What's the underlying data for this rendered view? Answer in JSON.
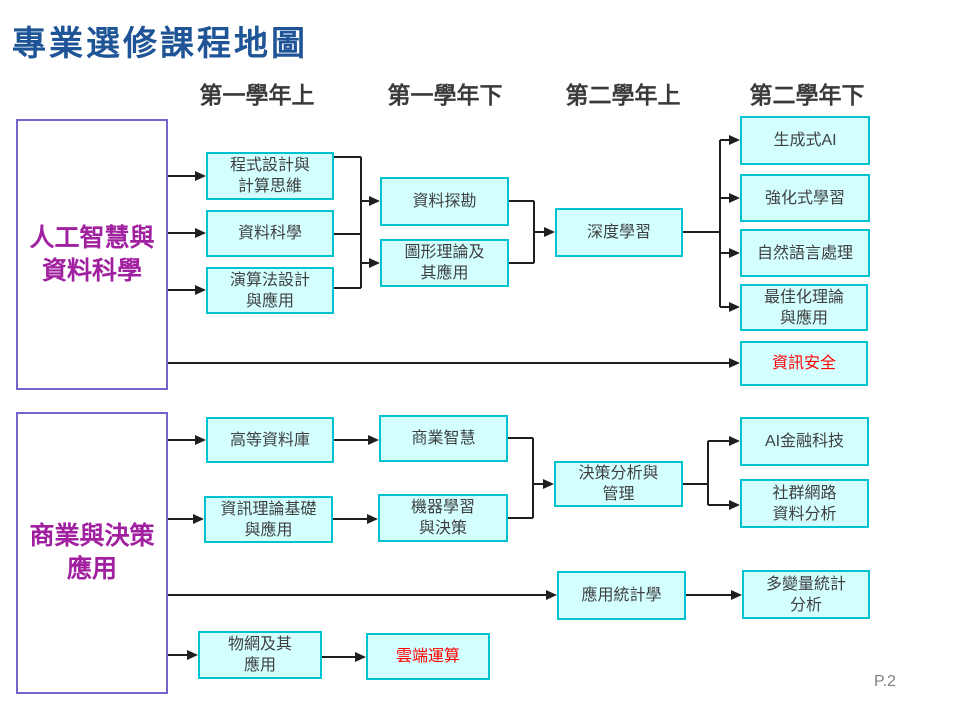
{
  "slide": {
    "title": "專業選修課程地圖",
    "page_number": "P.2"
  },
  "columns": [
    {
      "label": "第一學年上"
    },
    {
      "label": "第一學年下"
    },
    {
      "label": "第二學年上"
    },
    {
      "label": "第二學年下"
    }
  ],
  "tracks": [
    {
      "id": "ai-data-science",
      "lines": [
        "人工智慧與",
        "資料科學"
      ]
    },
    {
      "id": "business-decision",
      "lines": [
        "商業與決策",
        "應用"
      ]
    }
  ],
  "courses": [
    {
      "id": "programming-thinking",
      "lines": [
        "程式設計與",
        "計算思維"
      ]
    },
    {
      "id": "data-science",
      "lines": [
        "資料科學"
      ]
    },
    {
      "id": "algorithm-design",
      "lines": [
        "演算法設計",
        "與應用"
      ]
    },
    {
      "id": "data-mining",
      "lines": [
        "資料探勘"
      ]
    },
    {
      "id": "graph-theory",
      "lines": [
        "圖形理論及",
        "其應用"
      ]
    },
    {
      "id": "deep-learning",
      "lines": [
        "深度學習"
      ]
    },
    {
      "id": "generative-ai",
      "lines": [
        "生成式AI"
      ]
    },
    {
      "id": "reinforcement-learning",
      "lines": [
        "強化式學習"
      ]
    },
    {
      "id": "nlp",
      "lines": [
        "自然語言處理"
      ]
    },
    {
      "id": "optimization",
      "lines": [
        "最佳化理論",
        "與應用"
      ]
    },
    {
      "id": "information-security",
      "lines": [
        "資訊安全"
      ],
      "accent": "red"
    },
    {
      "id": "advanced-database",
      "lines": [
        "高等資料庫"
      ]
    },
    {
      "id": "information-theory",
      "lines": [
        "資訊理論基礎",
        "與應用"
      ]
    },
    {
      "id": "business-intelligence",
      "lines": [
        "商業智慧"
      ]
    },
    {
      "id": "ml-decision",
      "lines": [
        "機器學習",
        "與決策"
      ]
    },
    {
      "id": "decision-analysis",
      "lines": [
        "決策分析與",
        "管理"
      ]
    },
    {
      "id": "ai-fintech",
      "lines": [
        "AI金融科技"
      ]
    },
    {
      "id": "social-network",
      "lines": [
        "社群網路",
        "資料分析"
      ]
    },
    {
      "id": "applied-statistics",
      "lines": [
        "應用統計學"
      ]
    },
    {
      "id": "multivariate-statistics",
      "lines": [
        "多變量統計",
        "分析"
      ]
    },
    {
      "id": "iot",
      "lines": [
        "物網及其",
        "應用"
      ]
    },
    {
      "id": "cloud-computing",
      "lines": [
        "雲端運算"
      ],
      "accent": "red"
    }
  ],
  "edges": [
    {
      "from": [
        "ai-data-science"
      ],
      "to": [
        "programming-thinking"
      ]
    },
    {
      "from": [
        "ai-data-science"
      ],
      "to": [
        "data-science"
      ]
    },
    {
      "from": [
        "ai-data-science"
      ],
      "to": [
        "algorithm-design"
      ]
    },
    {
      "from": [
        "programming-thinking",
        "data-science",
        "algorithm-design"
      ],
      "to": [
        "data-mining",
        "graph-theory"
      ]
    },
    {
      "from": [
        "data-mining",
        "graph-theory"
      ],
      "to": [
        "deep-learning"
      ]
    },
    {
      "from": [
        "deep-learning"
      ],
      "to": [
        "generative-ai",
        "reinforcement-learning",
        "nlp",
        "optimization"
      ]
    },
    {
      "from": [
        "ai-data-science"
      ],
      "to": [
        "information-security"
      ]
    },
    {
      "from": [
        "business-decision"
      ],
      "to": [
        "advanced-database"
      ]
    },
    {
      "from": [
        "business-decision"
      ],
      "to": [
        "information-theory"
      ]
    },
    {
      "from": [
        "advanced-database"
      ],
      "to": [
        "business-intelligence"
      ]
    },
    {
      "from": [
        "information-theory"
      ],
      "to": [
        "ml-decision"
      ]
    },
    {
      "from": [
        "business-intelligence",
        "ml-decision"
      ],
      "to": [
        "decision-analysis"
      ]
    },
    {
      "from": [
        "decision-analysis"
      ],
      "to": [
        "ai-fintech",
        "social-network"
      ]
    },
    {
      "from": [
        "business-decision"
      ],
      "to": [
        "applied-statistics"
      ]
    },
    {
      "from": [
        "applied-statistics"
      ],
      "to": [
        "multivariate-statistics"
      ]
    },
    {
      "from": [
        "business-decision"
      ],
      "to": [
        "iot"
      ]
    },
    {
      "from": [
        "iot"
      ],
      "to": [
        "cloud-computing"
      ]
    }
  ],
  "colors": {
    "title": "#1F5496",
    "header": "#3A3A3A",
    "course_fill": "#D4FFFF",
    "course_border": "#00C2D1",
    "course_text": "#3F4040",
    "track_border": "#7763C9",
    "track_text": "#A020A0",
    "accent_red": "#FF0000",
    "connector": "#1F1F1F",
    "page_number": "#7F7F7F"
  }
}
